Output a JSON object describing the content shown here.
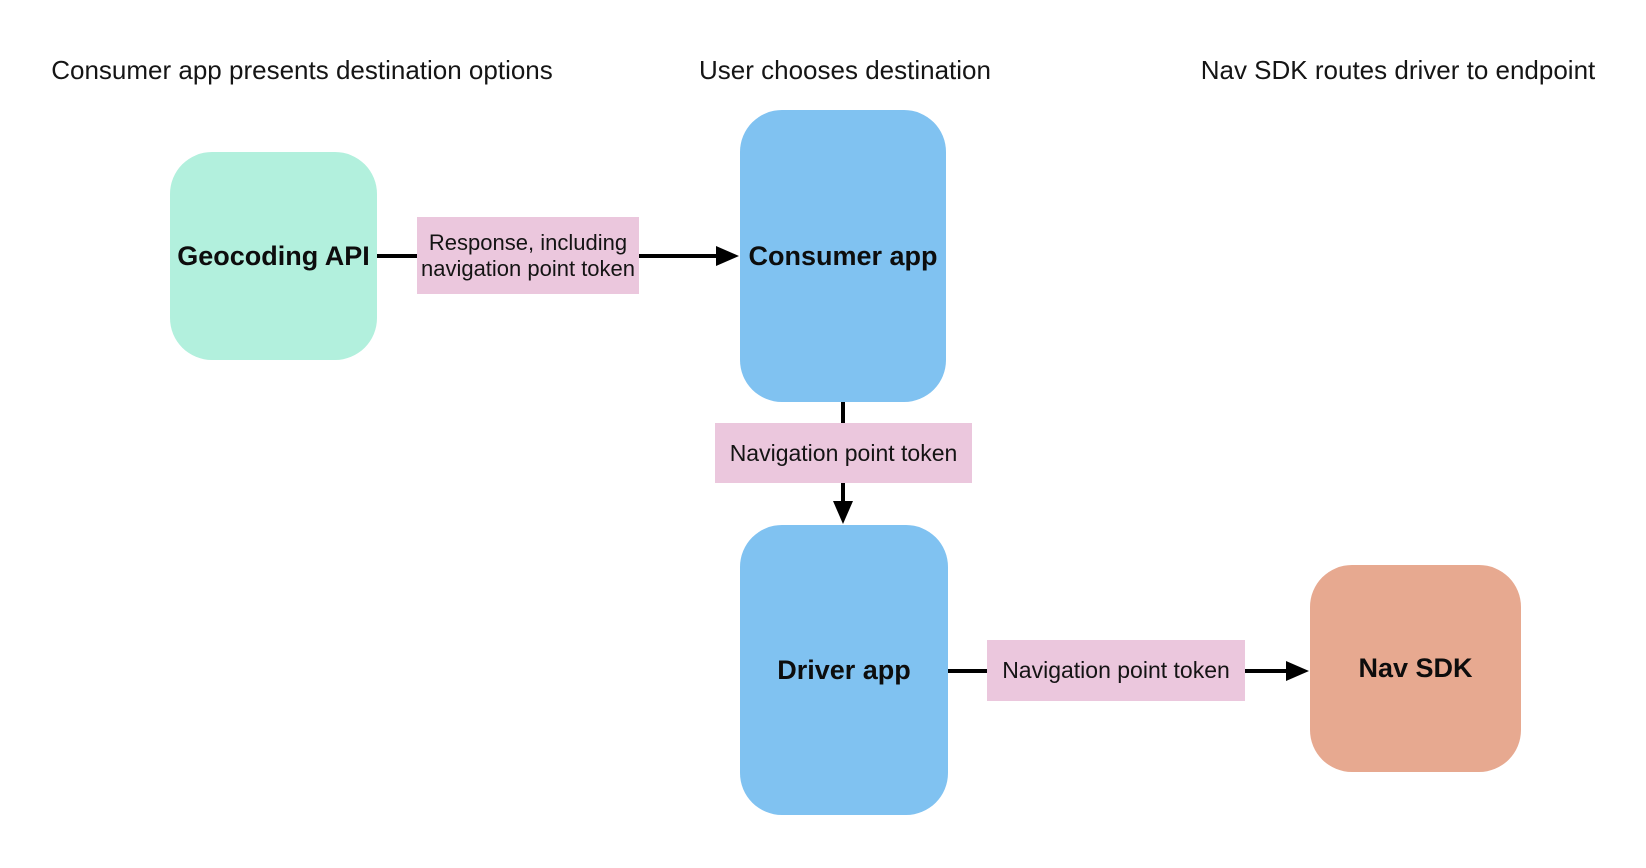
{
  "diagram": {
    "background": "#FFFFFF",
    "arrow_color": "#000000",
    "stage_labels": [
      {
        "text": "Consumer app presents destination options"
      },
      {
        "text": "User chooses destination"
      },
      {
        "text": "Nav SDK routes driver to endpoint"
      }
    ],
    "nodes": [
      {
        "id": "geocoding-api",
        "label": "Geocoding API",
        "color": "#B2F0DD"
      },
      {
        "id": "consumer-app",
        "label": "Consumer app",
        "color": "#80C2F1"
      },
      {
        "id": "driver-app",
        "label": "Driver app",
        "color": "#80C2F1"
      },
      {
        "id": "nav-sdk",
        "label": "Nav SDK",
        "color": "#E7A990"
      }
    ],
    "edges": [
      {
        "from": "geocoding-api",
        "to": "consumer-app",
        "direction": "right",
        "label": "Response, including navigation point token",
        "label_color": "#EBC7DD"
      },
      {
        "from": "consumer-app",
        "to": "driver-app",
        "direction": "down",
        "label": "Navigation point token",
        "label_color": "#EBC7DD"
      },
      {
        "from": "driver-app",
        "to": "nav-sdk",
        "direction": "right",
        "label": "Navigation point token",
        "label_color": "#EBC7DD"
      }
    ]
  }
}
